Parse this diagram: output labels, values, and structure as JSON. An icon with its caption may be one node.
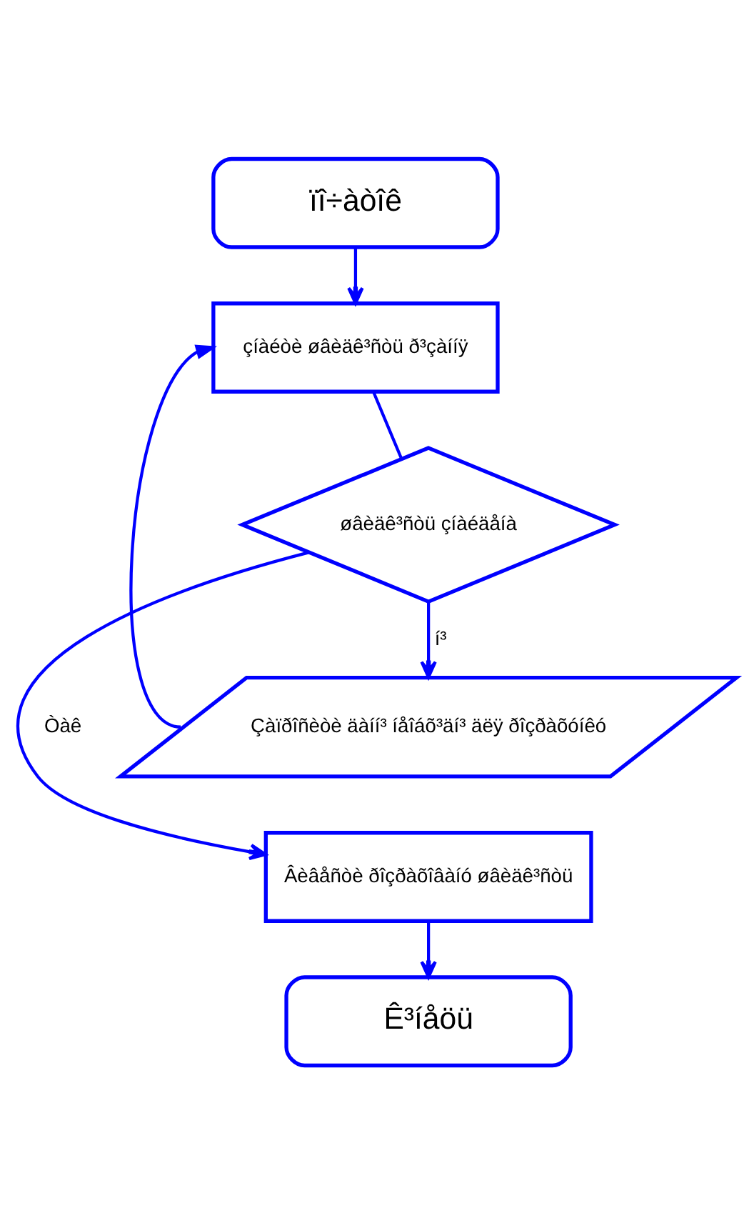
{
  "diagram": {
    "nodes": [
      {
        "text": [
          "ïî÷àòîê"
        ]
      },
      {
        "text": [
          "çíàéòè øâèäê³ñòü ð³çàííÿ"
        ]
      },
      {
        "text": [
          "øâèäê³ñòü çíàéäåíà"
        ]
      },
      {
        "text": [
          "Çàïðîñèòè äàíí³ íåîáõ³äí³ äëÿ ðîçðàõóíêó"
        ]
      },
      {
        "text": [
          "Âèâåñòè ðîçðàõîâàíó øâèäê³ñòü"
        ]
      },
      {
        "text": [
          "Ê³íåöü"
        ]
      }
    ],
    "edges": [
      {
        "from": 0,
        "to": 1,
        "arrow": "to"
      },
      {
        "from": 1,
        "to": 2,
        "arrow": "none"
      },
      {
        "from": 2,
        "to": 3,
        "arrow": "to",
        "label": "í³"
      },
      {
        "from": 3,
        "to": 1,
        "arrow": "to"
      },
      {
        "from": 2,
        "to": 4,
        "arrow": "to",
        "label": "Òàê"
      },
      {
        "from": 4,
        "to": 5,
        "arrow": "to"
      }
    ]
  }
}
